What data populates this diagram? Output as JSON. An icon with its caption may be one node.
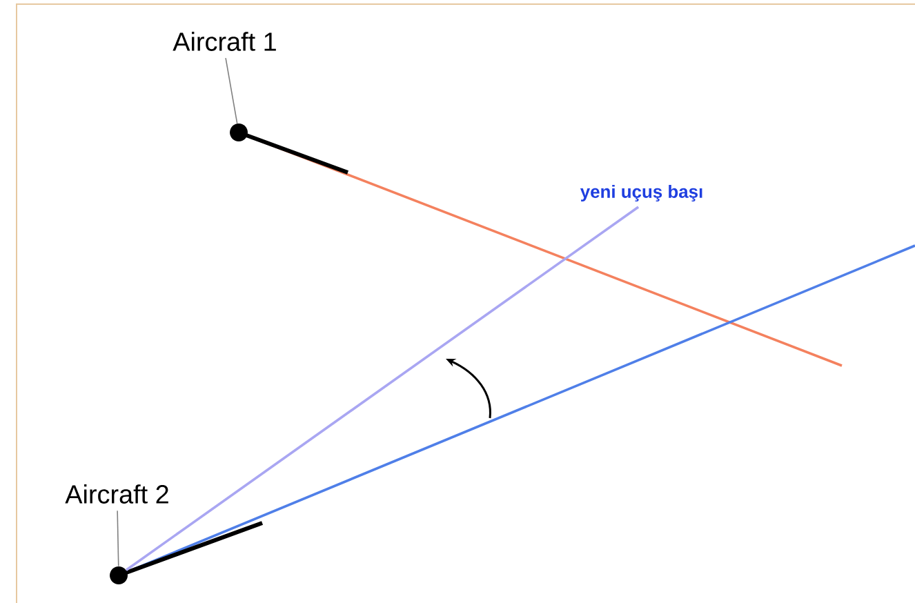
{
  "diagram": {
    "nodes": [
      {
        "text": [
          "Aircraft 1"
        ]
      },
      {
        "text": [],
        "shape": "circle"
      },
      {
        "text": [
          "Aircraft 2"
        ]
      },
      {
        "text": [],
        "shape": "circle"
      },
      {
        "text": [
          "yeni uçuş başı"
        ]
      }
    ],
    "edges": [
      {
        "from": 0,
        "to": 1,
        "arrow": "none"
      },
      {
        "from": 2,
        "to": 3,
        "arrow": "none"
      },
      {
        "from": 1,
        "to": null,
        "arrow": "none",
        "color": "#f4815e"
      },
      {
        "from": 3,
        "to": null,
        "arrow": "none",
        "color": "#4f7fe8"
      },
      {
        "from": 3,
        "to": 4,
        "arrow": "none",
        "color": "#a9a6f2"
      }
    ]
  }
}
